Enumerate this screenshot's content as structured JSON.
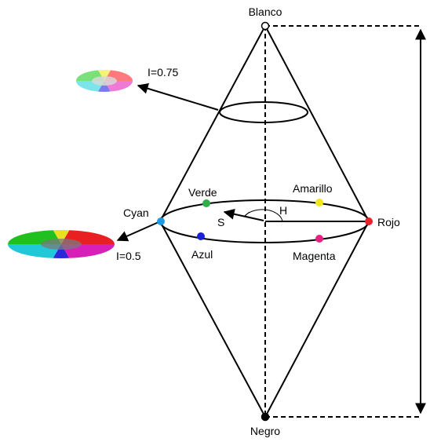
{
  "labels": {
    "top": "Blanco",
    "bottom": "Negro",
    "slice_upper": "I=0.75",
    "slice_middle": "I=0.5",
    "hue_axis": "H",
    "saturation_axis": "S"
  },
  "hues": [
    {
      "name": "Rojo",
      "color": "#e8222b"
    },
    {
      "name": "Amarillo",
      "color": "#f2e61e"
    },
    {
      "name": "Verde",
      "color": "#2fae4a"
    },
    {
      "name": "Cyan",
      "color": "#1e9be0"
    },
    {
      "name": "Azul",
      "color": "#1a22d6"
    },
    {
      "name": "Magenta",
      "color": "#e8207e"
    }
  ],
  "colors": {
    "line": "#000000",
    "top_point": "#ffffff",
    "bottom_point": "#000000"
  }
}
